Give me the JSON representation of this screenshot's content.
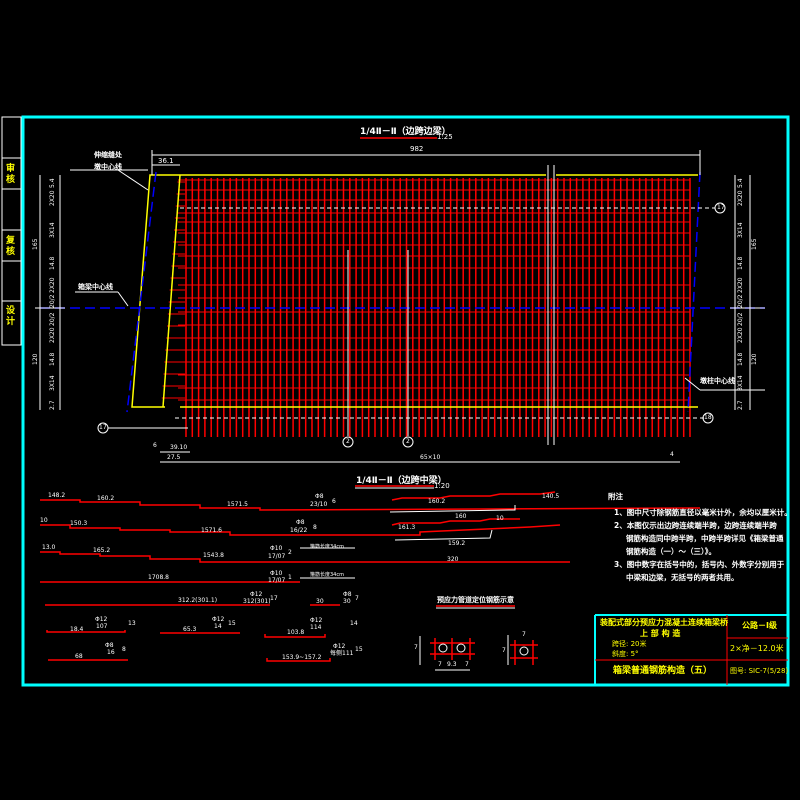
{
  "sidebar": {
    "items": [
      "审核",
      "复核",
      "设计"
    ]
  },
  "plan": {
    "title": "1/4Ⅱ－Ⅱ（边跨边梁）",
    "scale": "1:25",
    "label_support": "伸缩缝处",
    "label_support2": "墩中心线",
    "label_beam_center": "箱梁中心线",
    "label_pier_center": "墩柱中心线",
    "dim_top": "982",
    "dim_top_small": "36.1",
    "dim_bottom": [
      "6",
      "39.10",
      "27.5",
      "65×10",
      "4"
    ],
    "dims_left": [
      "5.4",
      "2X20",
      "3X14",
      "14.8",
      "2X20",
      "20/2",
      "20/2",
      "2X20",
      "14.8",
      "3X14",
      "2.7"
    ],
    "dims_left_total": [
      "165",
      "120"
    ],
    "dims_right": [
      "5.4",
      "2X20",
      "3X14",
      "14.8",
      "2X20",
      "20/2",
      "20/2",
      "2X20",
      "14.8",
      "3X14",
      "2.7"
    ],
    "dims_right_total": [
      "165",
      "120"
    ],
    "callouts": [
      "17",
      "18",
      "17",
      "2",
      "2"
    ]
  },
  "section2": {
    "title": "1/4Ⅱ－Ⅱ（边跨中梁）",
    "scale": "1:20"
  },
  "bars": [
    {
      "left": "148.2",
      "mid": "160.2",
      "len": "1571.5",
      "spec": "Φ8",
      "count": "23/10",
      "id": "6"
    },
    {
      "left": "10",
      "mid": "150.3",
      "len": "1571.6",
      "spec": "Φ8",
      "count": "16/22",
      "id": "8"
    },
    {
      "left": "13.0",
      "mid": "165.2",
      "len": "1543.8",
      "spec": "Φ10",
      "count": "17/07",
      "id": "2"
    },
    {
      "len": "1708.8",
      "spec": "Φ10",
      "count": "17/07",
      "id": "1"
    },
    {
      "len": "312.2(301.1)",
      "spec": "Φ12",
      "count": "312(301)",
      "id": "17"
    },
    {
      "len": "30",
      "spec": "Φ8",
      "count": "30",
      "id": "7"
    }
  ],
  "bars_right": [
    {
      "mid": "160.2",
      "right": "140.5",
      "under": "160"
    },
    {
      "mid": "161.3",
      "right": "10",
      "under": "159.2"
    }
  ],
  "bar_note": [
    "箍筋长度34cm",
    "箍筋长度34cm"
  ],
  "bar_total": "320",
  "small_bars": [
    {
      "len": "18.4",
      "spec": "Φ12",
      "count": "107",
      "id": "13"
    },
    {
      "len": "65.3",
      "spec": "Φ12",
      "count": "14",
      "id": "15"
    },
    {
      "len": "103.8",
      "spec": "Φ12",
      "count": "114",
      "id": "14"
    },
    {
      "len": "68",
      "spec": "Φ8",
      "count": "16",
      "id": "8"
    },
    {
      "len": "153.9~157.2",
      "spec": "Φ12",
      "count": "每侧111",
      "id": "15"
    }
  ],
  "duct_title": "预应力管道定位钢筋示意",
  "duct_dims": [
    "7",
    "7",
    "9.3",
    "7",
    "7",
    "7"
  ],
  "notes": {
    "heading": "附注",
    "items": [
      "1、图中尺寸除钢筋直径以毫米计外，余均以厘米计。",
      "2、本图仅示出边跨连续端半跨，边跨连续端半跨",
      "钢筋构造同中跨半跨，中跨半跨详见《箱梁普通",
      "钢筋构造（一）～（三）》。",
      "3、图中数字在括号中的，括号内、外数字分别用于",
      "中梁和边梁，无括号的两者共用。"
    ]
  },
  "titleblock": {
    "project": "装配式部分预应力混凝土连续箱梁桥",
    "part": "上 部 构 造",
    "span": "跨径: 20米",
    "skew": "斜度: 5°",
    "drawing": "箱梁普通钢筋构造（五）",
    "load": "公路－Ⅰ级",
    "width": "2×净－12.0米",
    "number": "图号: SIC-7(5/28)"
  },
  "colors": {
    "frame": "#00ffff",
    "rebar": "#ff0000",
    "outline": "#ffff00",
    "center": "#0000ff",
    "dim": "#ffffff"
  }
}
